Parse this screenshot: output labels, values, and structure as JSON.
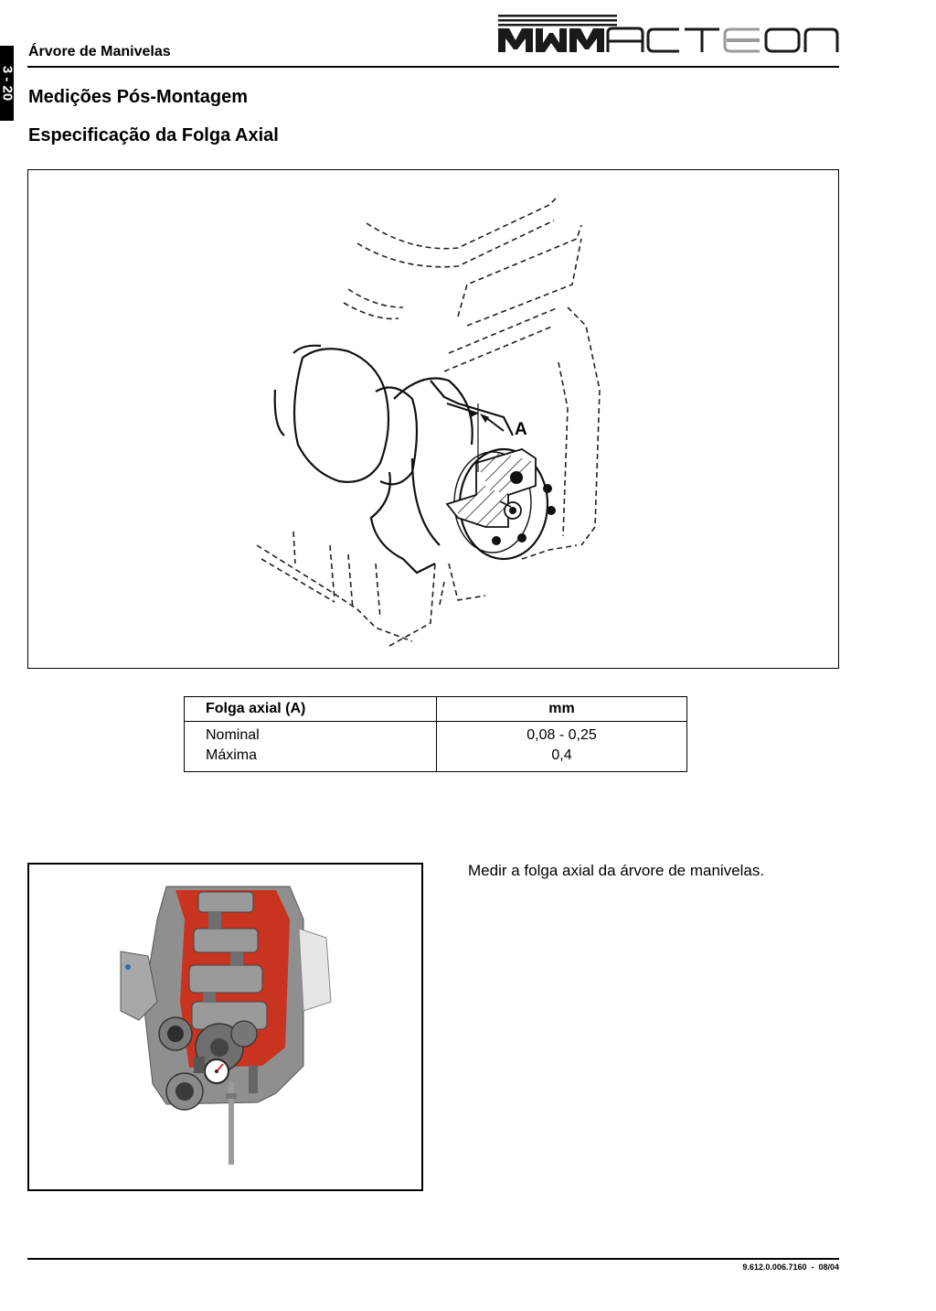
{
  "header": {
    "chapter_tab": "3 - 20",
    "section": "Árvore de Manivelas",
    "logo": {
      "brand": "MWM",
      "product": "ACTEON",
      "brand_color": "#1a1a1a",
      "product_color": "#1a1a1a",
      "accent_color": "#9a9a9a"
    }
  },
  "page": {
    "heading": "Medições Pós-Montagem",
    "subheading": "Especificação da Folga Axial"
  },
  "figure": {
    "callout": "A",
    "icon": "crankshaft-axial-play-diagram"
  },
  "spec_table": {
    "headers": [
      "Folga axial (A)",
      "mm"
    ],
    "rows": [
      {
        "label": "Nominal",
        "value": "0,08 - 0,25"
      },
      {
        "label": "Máxima",
        "value": "0,4"
      }
    ]
  },
  "photo": {
    "icon": "engine-block-dial-indicator-photo",
    "block_color": "#c8341f",
    "metal_color": "#8f8f8f"
  },
  "instruction": "Medir a folga axial da árvore de manivelas.",
  "footer": {
    "doc_code": "9.612.0.006.7160  -  08/04"
  }
}
